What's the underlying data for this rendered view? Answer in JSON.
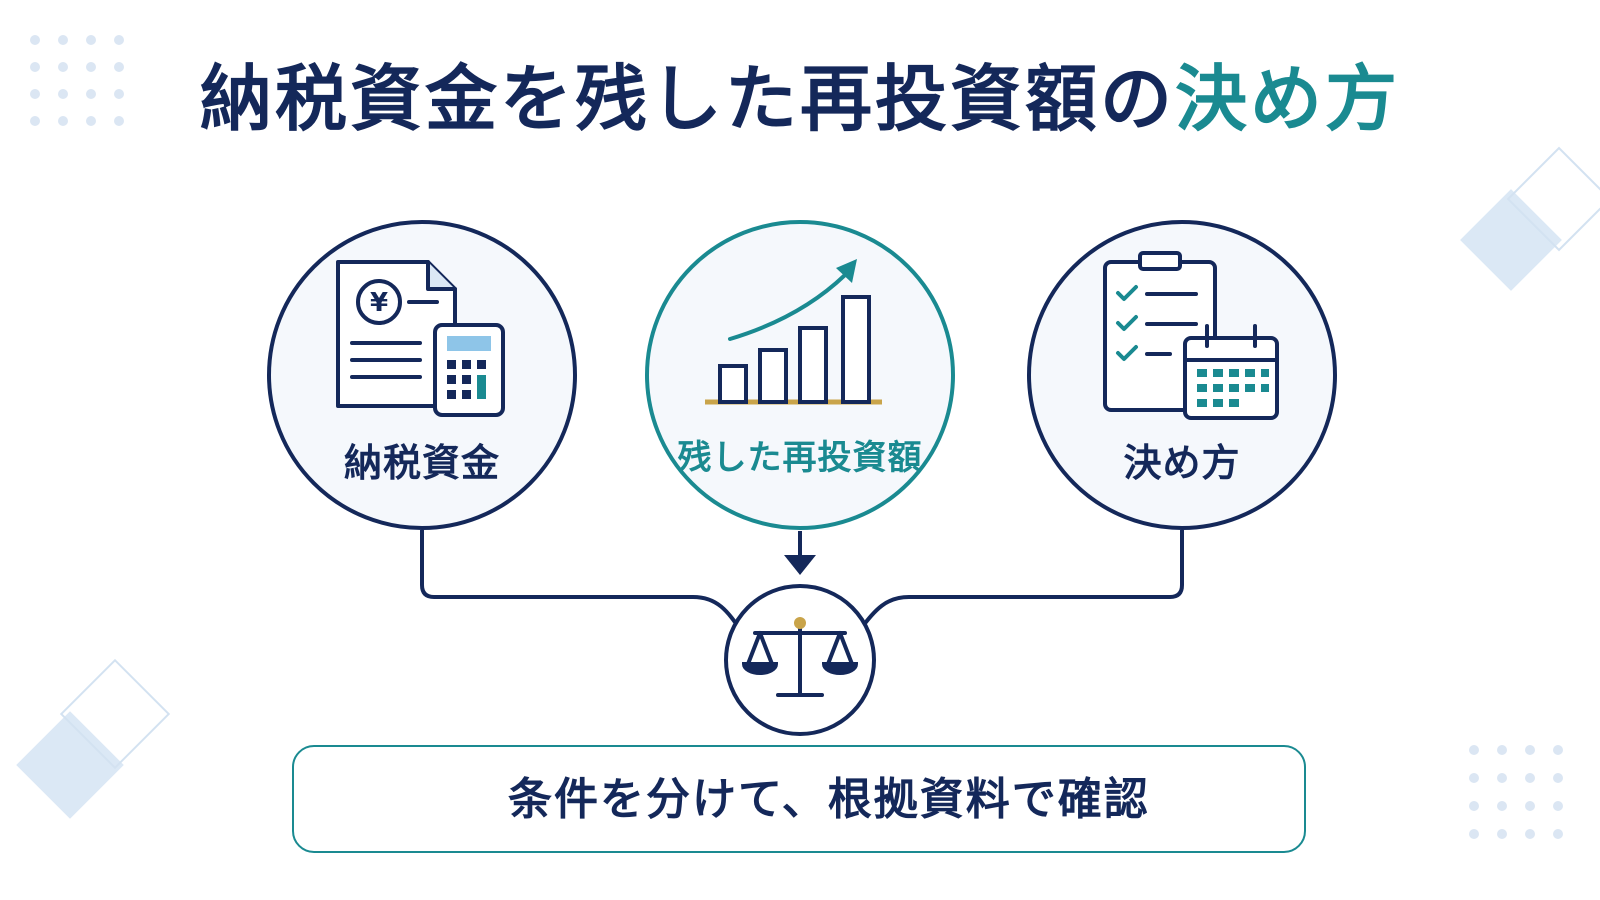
{
  "title": {
    "main": "納税資金を残した再投資額の",
    "accent": "決め方"
  },
  "nodes": [
    {
      "label": "納税資金",
      "icon": "tax-document-calculator-icon"
    },
    {
      "label": "残した再投資額",
      "icon": "growth-bar-chart-icon"
    },
    {
      "label": "決め方",
      "icon": "checklist-calendar-icon"
    }
  ],
  "center": {
    "icon": "balance-scale-icon"
  },
  "bottom": {
    "text": "条件を分けて、根拠資料で確認",
    "icon": "document-search-icon"
  },
  "document_icon": {
    "currency_symbol": "¥"
  },
  "colors": {
    "navy": "#14285a",
    "teal": "#1a8a91",
    "gold": "#c9a44a",
    "light_blue": "#dbe8f5"
  }
}
